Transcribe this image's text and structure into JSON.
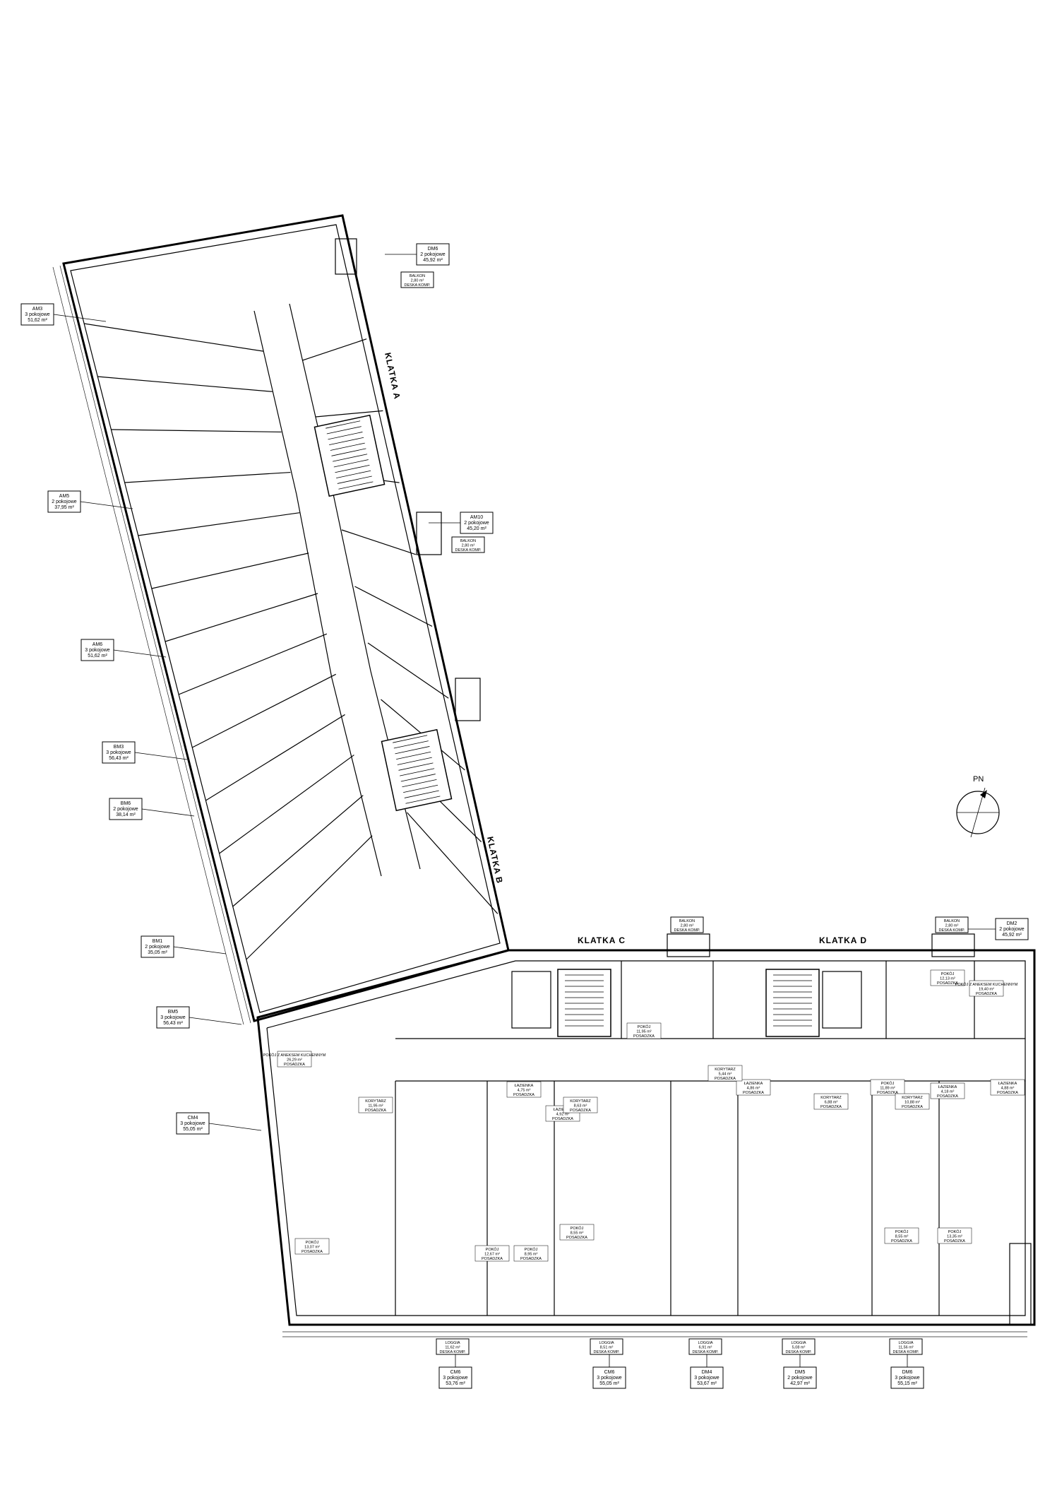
{
  "stairwells": [
    {
      "id": "a",
      "label": "KLATKA A"
    },
    {
      "id": "b",
      "label": "KLATKA B"
    },
    {
      "id": "c",
      "label": "KLATKA C"
    },
    {
      "id": "d",
      "label": "KLATKA D"
    }
  ],
  "compass": {
    "label": "PN"
  },
  "unit_tags": [
    {
      "code": "AM3",
      "rooms": "3 pokojowe",
      "area": "51,62 m²"
    },
    {
      "code": "AM5",
      "rooms": "2 pokojowe",
      "area": "37,95 m²"
    },
    {
      "code": "AM6",
      "rooms": "3 pokojowe",
      "area": "51,62 m²"
    },
    {
      "code": "BM3",
      "rooms": "3 pokojowe",
      "area": "56,43 m²"
    },
    {
      "code": "BM6",
      "rooms": "2 pokojowe",
      "area": "38,14 m²"
    },
    {
      "code": "BM1",
      "rooms": "2 pokojowe",
      "area": "35,05 m²"
    },
    {
      "code": "BM5",
      "rooms": "3 pokojowe",
      "area": "56,43 m²"
    },
    {
      "code": "CM4",
      "rooms": "3 pokojowe",
      "area": "55,05 m²"
    },
    {
      "code": "DM6",
      "rooms": "2 pokojowe",
      "area": "45,92 m²"
    },
    {
      "code": "AM10",
      "rooms": "2 pokojowe",
      "area": "45,20 m²"
    },
    {
      "code": "DM2",
      "rooms": "2 pokojowe",
      "area": "45,92 m²"
    },
    {
      "code": "CM6",
      "rooms": "3 pokojowe",
      "area": "53,76 m²"
    },
    {
      "code": "CM6",
      "rooms": "3 pokojowe",
      "area": "55,05 m²"
    },
    {
      "code": "DM4",
      "rooms": "3 pokojowe",
      "area": "53,67 m²"
    },
    {
      "code": "DM5",
      "rooms": "2 pokojowe",
      "area": "42,97 m²"
    },
    {
      "code": "DM6",
      "rooms": "3 pokojowe",
      "area": "55,15 m²"
    }
  ],
  "balcony_tags": [
    {
      "kind": "LOGGIA",
      "area": "11,62 m²",
      "note": "DESKA KOMP."
    },
    {
      "kind": "LOGGIA",
      "area": "8,51 m²",
      "note": "DESKA KOMP."
    },
    {
      "kind": "LOGGIA",
      "area": "6,91 m²",
      "note": "DESKA KOMP."
    },
    {
      "kind": "LOGGIA",
      "area": "5,08 m²",
      "note": "DESKA KOMP."
    },
    {
      "kind": "LOGGIA",
      "area": "11,56 m²",
      "note": "DESKA KOMP."
    },
    {
      "kind": "BALKON",
      "area": "2,80 m²",
      "note": "DESKA KOMP."
    },
    {
      "kind": "BALKON",
      "area": "2,80 m²",
      "note": "DESKA KOMP."
    },
    {
      "kind": "BALKON",
      "area": "2,80 m²",
      "note": "DESKA KOMP."
    },
    {
      "kind": "BALKON",
      "area": "2,80 m²",
      "note": "DESKA KOMP."
    }
  ],
  "room_labels": [
    {
      "name": "POKÓJ Z ANEKSEM KUCHENNYM",
      "area": "26,29 m²",
      "floor": "POSADZKA"
    },
    {
      "name": "KORYTARZ",
      "area": "11,95 m²",
      "floor": "POSADZKA"
    },
    {
      "name": "POKÓJ",
      "area": "13,07 m²",
      "floor": "POSADZKA"
    },
    {
      "name": "POKÓJ",
      "area": "12,67 m²",
      "floor": "POSADZKA"
    },
    {
      "name": "POKÓJ",
      "area": "8,95 m²",
      "floor": "POSADZKA"
    },
    {
      "name": "ŁAZIENKA",
      "area": "4,75 m²",
      "floor": "POSADZKA"
    },
    {
      "name": "ŁAZIENKA",
      "area": "4,92 m²",
      "floor": "POSADZKA"
    },
    {
      "name": "POKÓJ",
      "area": "11,95 m²",
      "floor": "POSADZKA"
    },
    {
      "name": "KORYTARZ",
      "area": "8,63 m²",
      "floor": "POSADZKA"
    },
    {
      "name": "POKÓJ",
      "area": "8,55 m²",
      "floor": "POSADZKA"
    },
    {
      "name": "ŁAZIENKA",
      "area": "4,86 m²",
      "floor": "POSADZKA"
    },
    {
      "name": "KORYTARZ",
      "area": "5,44 m²",
      "floor": "POSADZKA"
    },
    {
      "name": "POKÓJ",
      "area": "11,89 m²",
      "floor": "POSADZKA"
    },
    {
      "name": "ŁAZIENKA",
      "area": "4,18 m²",
      "floor": "POSADZKA"
    },
    {
      "name": "KORYTARZ",
      "area": "6,88 m²",
      "floor": "POSADZKA"
    },
    {
      "name": "POKÓJ",
      "area": "12,13 m²",
      "floor": "POSADZKA"
    },
    {
      "name": "POKÓJ Z ANEKSEM KUCHENNYM",
      "area": "19,40 m²",
      "floor": "POSADZKA"
    },
    {
      "name": "ŁAZIENKA",
      "area": "4,88 m²",
      "floor": "POSADZKA"
    },
    {
      "name": "KORYTARZ",
      "area": "10,88 m²",
      "floor": "POSADZKA"
    },
    {
      "name": "POKÓJ",
      "area": "8,55 m²",
      "floor": "POSADZKA"
    },
    {
      "name": "POKÓJ",
      "area": "13,35 m²",
      "floor": "POSADZKA"
    }
  ]
}
